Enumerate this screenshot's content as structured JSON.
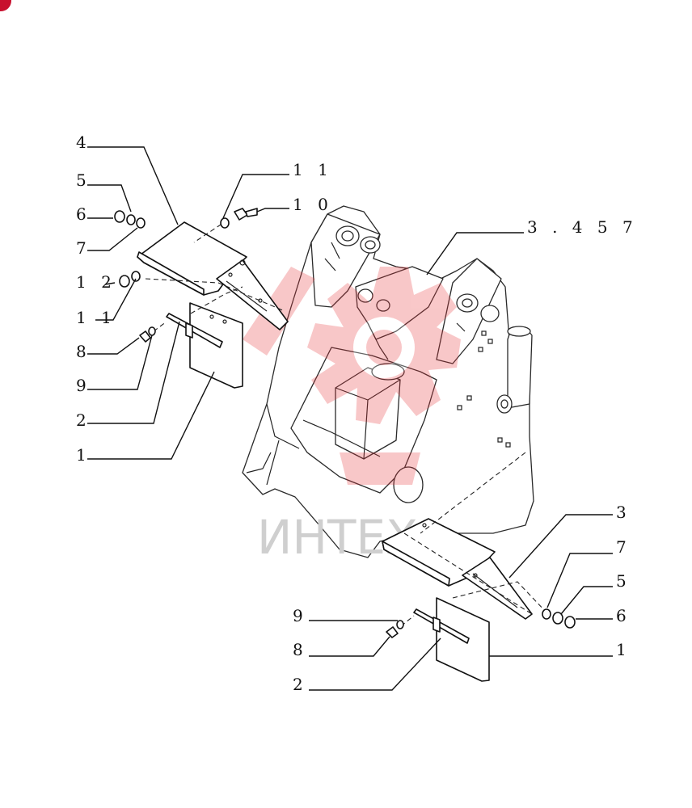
{
  "watermark": {
    "text": "ИНТЕХ",
    "logo": "gear-star-logo",
    "color": "#e8383d"
  },
  "callouts": {
    "c4": "4",
    "c5_left": "5",
    "c6_left": "6",
    "c7_left": "7",
    "c12": "1 2",
    "c11_upper": "1 1",
    "c10": "1 0",
    "c11_lower": "1 1",
    "c8_left": "8",
    "c9_left": "9",
    "c2_left": "2",
    "c1_left": "1",
    "c3457": "3 . 4 5 7",
    "c3": "3",
    "c7_right": "7",
    "c5_right": "5",
    "c6_right": "6",
    "c1_right": "1",
    "c9_right": "9",
    "c8_right": "8",
    "c2_right": "2"
  },
  "colors": {
    "line": "#111111",
    "badge": "#c8102e"
  }
}
